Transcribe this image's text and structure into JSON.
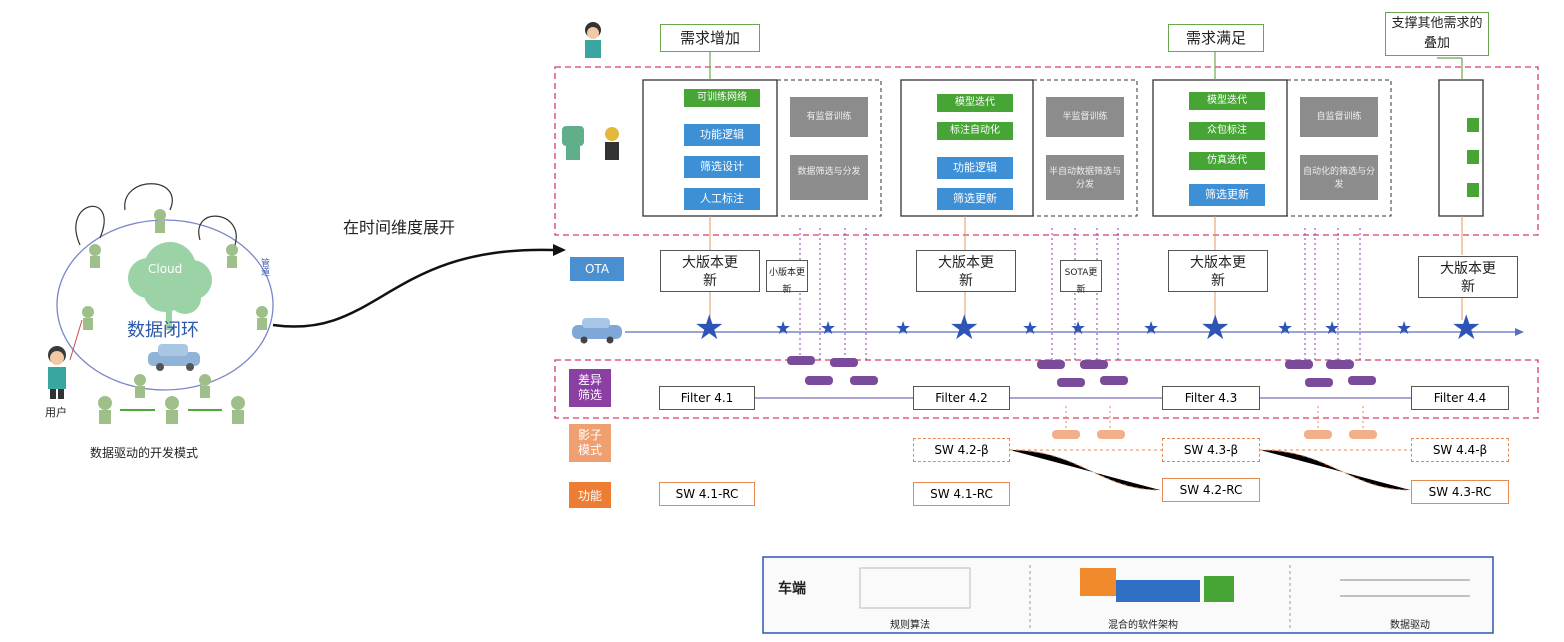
{
  "left": {
    "title": "数据闭环",
    "cloud_label": "Cloud",
    "arrow_label": "管道",
    "user_label": "用户",
    "caption": "数据驱动的开发模式"
  },
  "expand_label": "在时间维度展开",
  "callouts": {
    "demand_up": "需求增加",
    "demand_met": "需求满足",
    "support_other": "支撑其他需求的叠加"
  },
  "row_labels": {
    "ota": "OTA",
    "filter": "差异筛选",
    "shadow": "影子模式",
    "function": "功能"
  },
  "panels": [
    {
      "green": [
        "可训练网络"
      ],
      "blue": [
        "功能逻辑",
        "筛选设计",
        "人工标注"
      ],
      "gray": [
        "有监督训练",
        "数据筛选与分发"
      ]
    },
    {
      "green": [
        "模型迭代",
        "标注自动化"
      ],
      "blue": [
        "功能逻辑",
        "筛选更新"
      ],
      "gray": [
        "半监督训练",
        "半自动数据筛选与分发"
      ]
    },
    {
      "green": [
        "模型迭代",
        "众包标注",
        "仿真迭代"
      ],
      "blue": [
        "筛选更新"
      ],
      "gray": [
        "自监督训练",
        "自动化的筛选与分发"
      ]
    }
  ],
  "updates": {
    "major": "大版本更新",
    "minor": "小版本更新",
    "sota": "SOTA更新"
  },
  "filters": [
    "Filter 4.1",
    "Filter 4.2",
    "Filter 4.3",
    "Filter 4.4"
  ],
  "shadow_versions": [
    "SW 4.2-β",
    "SW 4.3-β",
    "SW 4.4-β"
  ],
  "function_versions": [
    "SW 4.1-RC",
    "SW 4.1-RC",
    "SW 4.2-RC",
    "SW 4.3-RC"
  ],
  "legend": {
    "title": "车端",
    "items": [
      "规则算法",
      "混合的软件架构",
      "数据驱动"
    ]
  },
  "colors": {
    "ota_blue": "#4a8fd0",
    "filter_purple": "#8b3fa3",
    "shadow_orange": "#f0a070",
    "function_orange": "#ee7d34",
    "star_blue": "#2e55b6",
    "pink_dash": "#d63a6a"
  }
}
